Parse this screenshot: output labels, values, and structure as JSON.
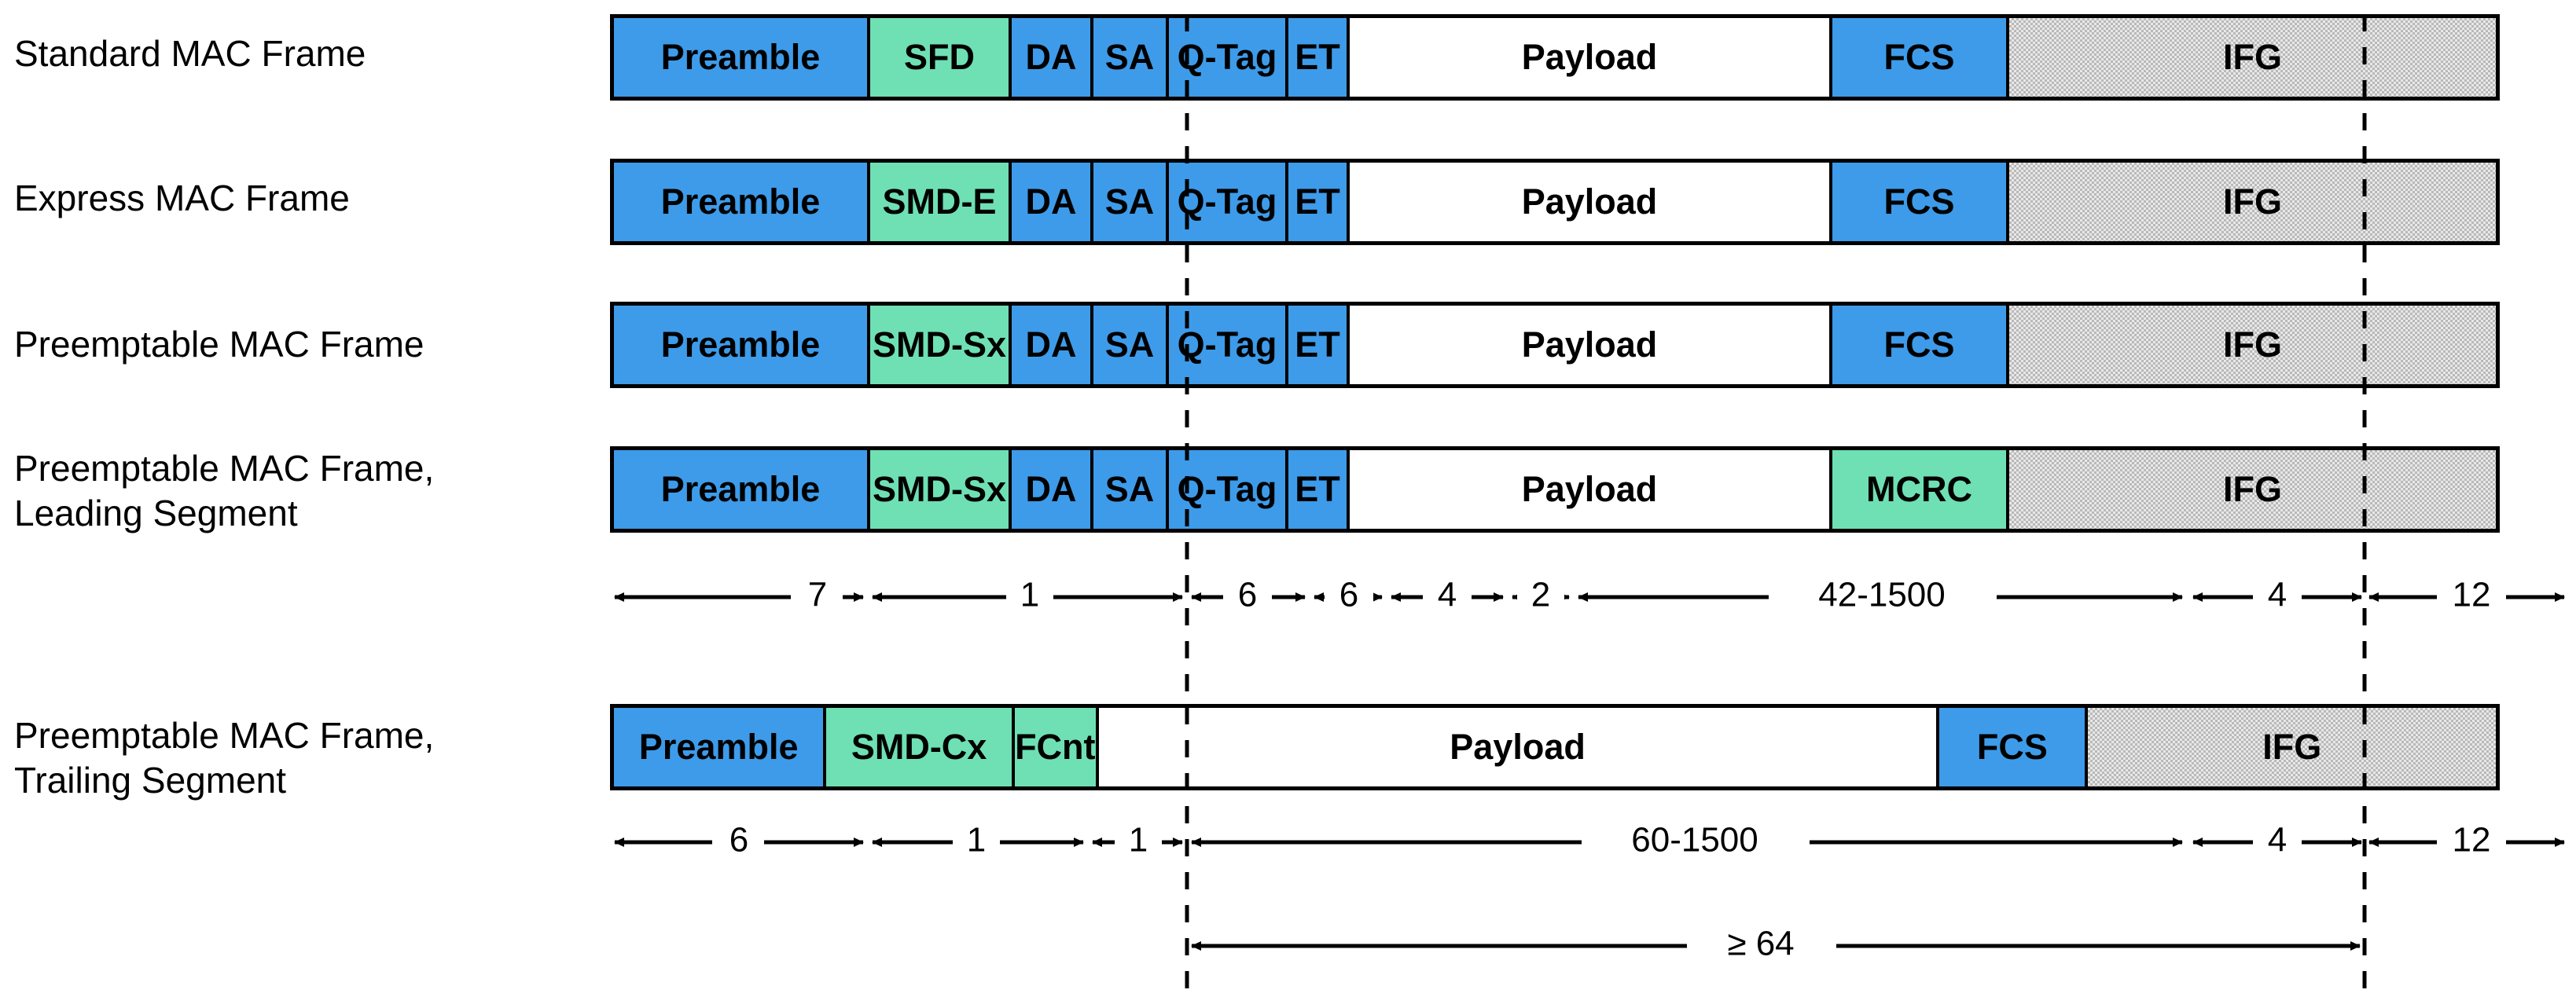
{
  "diagram": {
    "title": "IEEE 802.3br Frame Preemption MAC frame formats",
    "colors": {
      "blue": "#3d9bea",
      "green": "#6ee0b4",
      "white": "#ffffff",
      "ifg_gray": "#e8e8e8",
      "outline": "#000000"
    },
    "rows": [
      {
        "label": "Standard  MAC Frame",
        "cells": [
          {
            "text": "Preamble",
            "fill": "blue"
          },
          {
            "text": "SFD",
            "fill": "green"
          },
          {
            "text": "DA",
            "fill": "blue"
          },
          {
            "text": "SA",
            "fill": "blue"
          },
          {
            "text": "Q-Tag",
            "fill": "blue"
          },
          {
            "text": "ET",
            "fill": "blue"
          },
          {
            "text": "Payload",
            "fill": "white"
          },
          {
            "text": "FCS",
            "fill": "blue"
          },
          {
            "text": "IFG",
            "fill": "ifg"
          }
        ]
      },
      {
        "label": "Express MAC Frame",
        "cells": [
          {
            "text": "Preamble",
            "fill": "blue"
          },
          {
            "text": "SMD-E",
            "fill": "green"
          },
          {
            "text": "DA",
            "fill": "blue"
          },
          {
            "text": "SA",
            "fill": "blue"
          },
          {
            "text": "Q-Tag",
            "fill": "blue"
          },
          {
            "text": "ET",
            "fill": "blue"
          },
          {
            "text": "Payload",
            "fill": "white"
          },
          {
            "text": "FCS",
            "fill": "blue"
          },
          {
            "text": "IFG",
            "fill": "ifg"
          }
        ]
      },
      {
        "label": "Preemptable MAC Frame",
        "cells": [
          {
            "text": "Preamble",
            "fill": "blue"
          },
          {
            "text": "SMD-Sx",
            "fill": "green"
          },
          {
            "text": "DA",
            "fill": "blue"
          },
          {
            "text": "SA",
            "fill": "blue"
          },
          {
            "text": "Q-Tag",
            "fill": "blue"
          },
          {
            "text": "ET",
            "fill": "blue"
          },
          {
            "text": "Payload",
            "fill": "white"
          },
          {
            "text": "FCS",
            "fill": "blue"
          },
          {
            "text": "IFG",
            "fill": "ifg"
          }
        ]
      },
      {
        "label": "Preemptable MAC Frame,\nLeading Segment",
        "cells": [
          {
            "text": "Preamble",
            "fill": "blue"
          },
          {
            "text": "SMD-Sx",
            "fill": "green"
          },
          {
            "text": "DA",
            "fill": "blue"
          },
          {
            "text": "SA",
            "fill": "blue"
          },
          {
            "text": "Q-Tag",
            "fill": "blue"
          },
          {
            "text": "ET",
            "fill": "blue"
          },
          {
            "text": "Payload",
            "fill": "white"
          },
          {
            "text": "MCRC",
            "fill": "green"
          },
          {
            "text": "IFG",
            "fill": "ifg"
          }
        ]
      },
      {
        "label": "Preemptable MAC Frame,\nTrailing Segment",
        "cells": [
          {
            "text": "Preamble",
            "fill": "blue"
          },
          {
            "text": "SMD-Cx",
            "fill": "green"
          },
          {
            "text": "FCnt",
            "fill": "green"
          },
          {
            "text": "Payload",
            "fill": "white"
          },
          {
            "text": "FCS",
            "fill": "blue"
          },
          {
            "text": "IFG",
            "fill": "ifg"
          }
        ]
      }
    ],
    "dimension_rows": [
      {
        "name": "leading-segment-dimensions",
        "labels": [
          "7",
          "1",
          "6",
          "6",
          "4",
          "2",
          "42-1500",
          "4",
          "12"
        ]
      },
      {
        "name": "trailing-segment-dimensions",
        "labels": [
          "6",
          "1",
          "1",
          "60-1500",
          "4",
          "12"
        ]
      },
      {
        "name": "minimum-fragment-dimension",
        "labels": [
          "≥ 64"
        ]
      }
    ]
  }
}
